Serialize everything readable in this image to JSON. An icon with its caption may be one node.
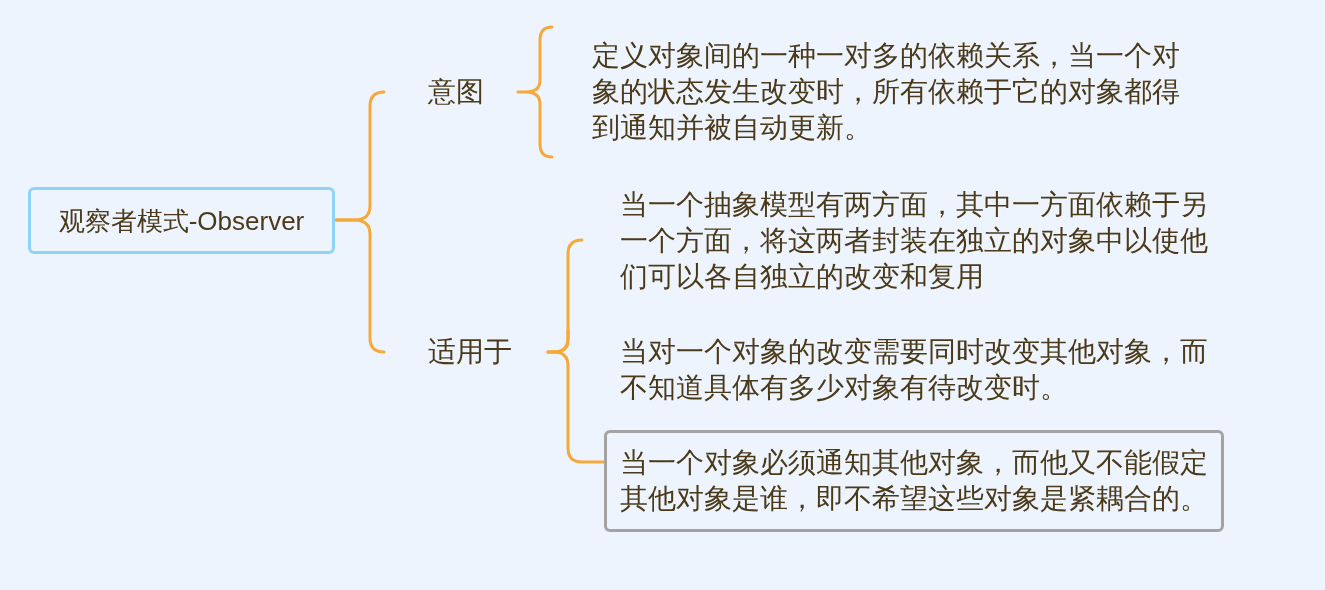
{
  "diagram": {
    "nodes": [
      {
        "text": [
          "观察者模式-Observer"
        ]
      },
      {
        "text": [
          "意图"
        ]
      },
      {
        "text": [
          "定义对象间的一种一对多的依赖关系，当一个对象的状态发生改变时，所有依赖于它的对象都得到通知并被自动更新。"
        ]
      },
      {
        "text": [
          "适用于"
        ]
      },
      {
        "text": [
          "当一个抽象模型有两方面，其中一方面依赖于另一个方面，将这两者封装在独立的对象中以使他们可以各自独立的改变和复用"
        ]
      },
      {
        "text": [
          "当对一个对象的改变需要同时改变其他对象，而不知道具体有多少对象有待改变时。"
        ]
      },
      {
        "text": [
          "当一个对象必须通知其他对象，而他又不能假定其他对象是谁，即不希望这些对象是紧耦合的。"
        ]
      }
    ],
    "edges": [
      {
        "from": 0,
        "to": 1,
        "arrow": "none"
      },
      {
        "from": 0,
        "to": 3,
        "arrow": "none"
      },
      {
        "from": 1,
        "to": 2,
        "arrow": "none"
      },
      {
        "from": 3,
        "to": 4,
        "arrow": "none"
      },
      {
        "from": 3,
        "to": 5,
        "arrow": "none"
      },
      {
        "from": 3,
        "to": 6,
        "arrow": "none"
      }
    ]
  }
}
